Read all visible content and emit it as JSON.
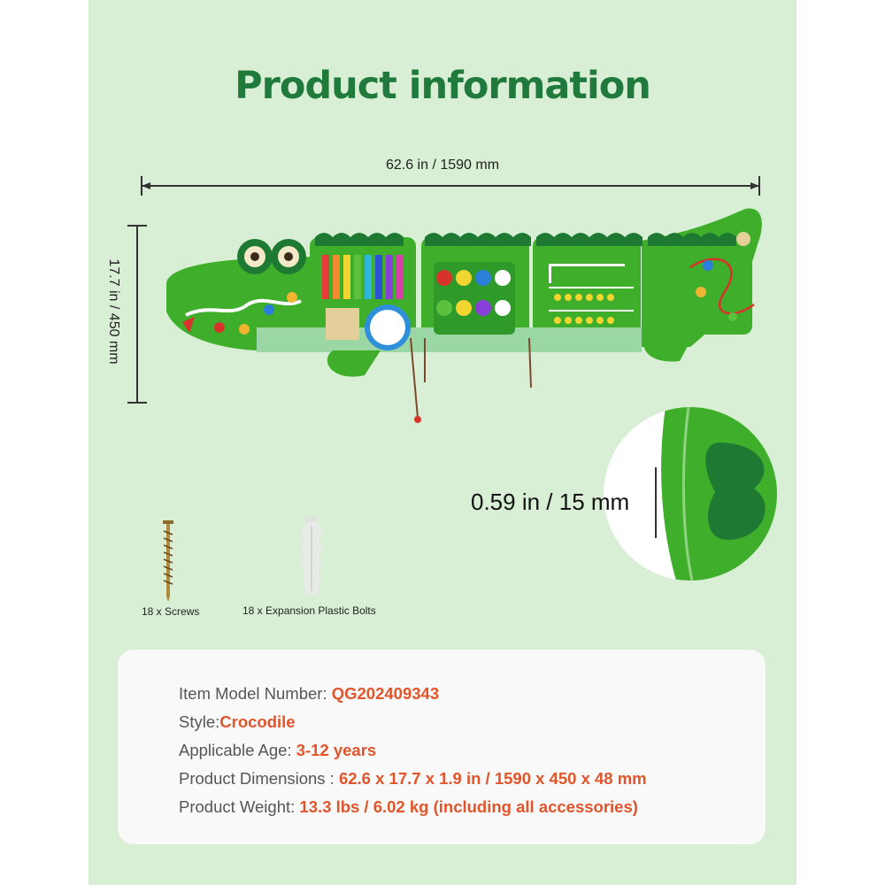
{
  "title": "Product information",
  "dimensions": {
    "width": "62.6 in / 1590 mm",
    "height": "17.7 in / 450 mm",
    "thickness": "0.59 in / 15 mm"
  },
  "accessories": {
    "screws": "18 x Screws",
    "bolts": "18 x Expansion Plastic Bolts"
  },
  "specs": [
    {
      "label": "Item Model Number: ",
      "value": "QG202409343"
    },
    {
      "label": "Style:",
      "value": "Crocodile"
    },
    {
      "label": "Applicable Age: ",
      "value": "3-12 years"
    },
    {
      "label": "Product Dimensions : ",
      "value": "62.6 x 17.7 x 1.9 in / 1590 x 450 x 48 mm"
    },
    {
      "label": "Product Weight: ",
      "value": "13.3 lbs / 6.02 kg (including all accessories)"
    }
  ],
  "colors": {
    "background": "#d9efd5",
    "title": "#1f7a3c",
    "accent_value": "#e0552b",
    "croc_green": "#3fae2a",
    "croc_dark": "#1e7a33"
  }
}
